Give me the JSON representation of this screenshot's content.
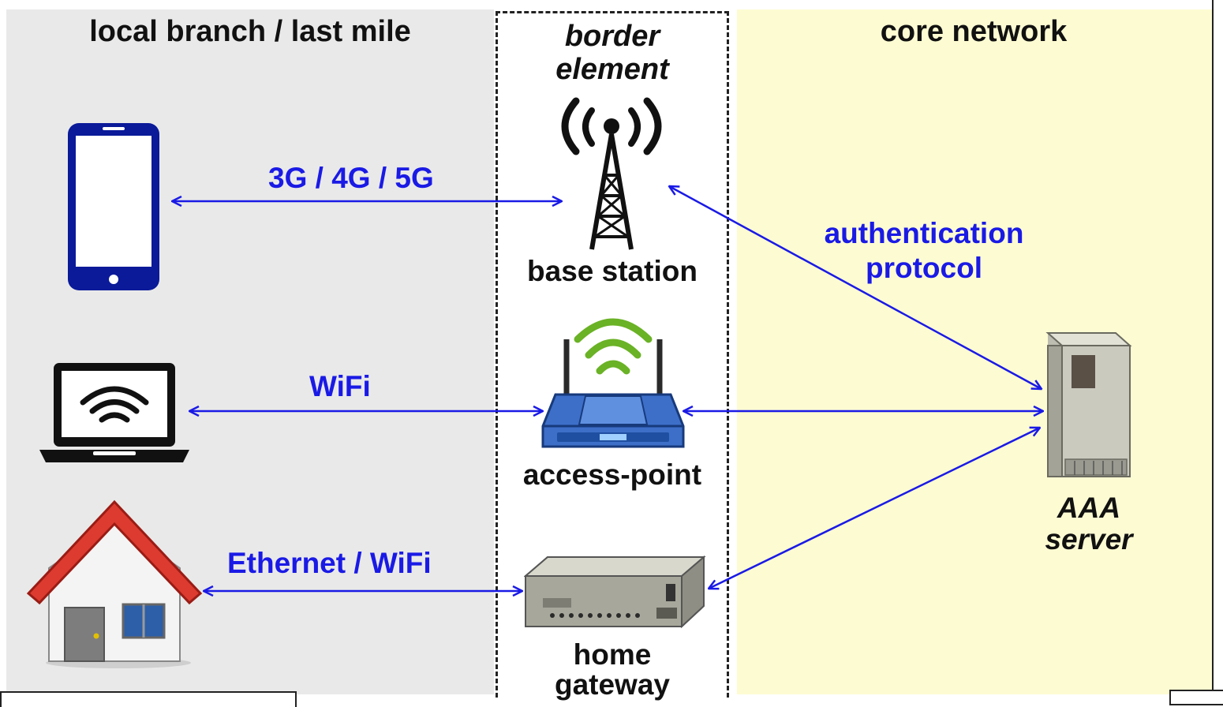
{
  "zones": {
    "local": {
      "title": "local branch / last mile",
      "color": "#e9e9e9"
    },
    "border": {
      "title_line1": "border",
      "title_line2": "element"
    },
    "core": {
      "title": "core network",
      "color": "#fdfbd2"
    }
  },
  "links": {
    "cellular": "3G / 4G / 5G",
    "wifi": "WiFi",
    "home": "Ethernet / WiFi",
    "auth_line1": "authentication",
    "auth_line2": "protocol"
  },
  "devices": {
    "base_station": "base station",
    "access_point": "access-point",
    "home_gateway_line1": "home",
    "home_gateway_line2": "gateway",
    "aaa_line1": "AAA",
    "aaa_line2": "server"
  },
  "icons": [
    "smartphone-icon",
    "laptop-wifi-icon",
    "house-icon",
    "antenna-tower-icon",
    "wireless-router-icon",
    "gateway-box-icon",
    "server-icon"
  ],
  "colors": {
    "link": "#1a1ae6",
    "text": "#111111"
  }
}
